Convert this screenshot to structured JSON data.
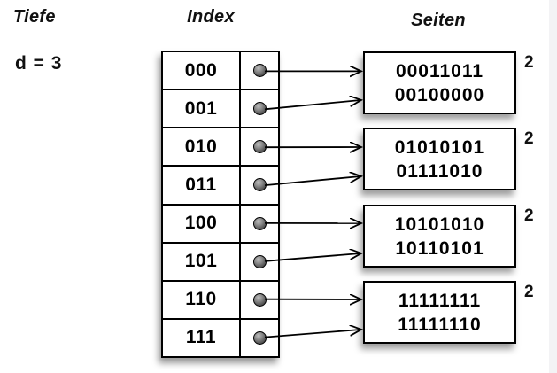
{
  "headers": {
    "depth_label": "Tiefe",
    "index_label": "Index",
    "pages_label": "Seiten"
  },
  "depth": {
    "value": "d = 3"
  },
  "index_table": {
    "rows": [
      {
        "bits": "000"
      },
      {
        "bits": "001"
      },
      {
        "bits": "010"
      },
      {
        "bits": "011"
      },
      {
        "bits": "100"
      },
      {
        "bits": "101"
      },
      {
        "bits": "110"
      },
      {
        "bits": "111"
      }
    ]
  },
  "pages": [
    {
      "line1": "00011011",
      "line2": "00100000",
      "local_depth": "2"
    },
    {
      "line1": "01010101",
      "line2": "01111010",
      "local_depth": "2"
    },
    {
      "line1": "10101010",
      "line2": "10110101",
      "local_depth": "2"
    },
    {
      "line1": "11111111",
      "line2": "11111110",
      "local_depth": "2"
    }
  ],
  "colors": {
    "stroke": "#000000",
    "background": "#ffffff",
    "pointer_dot": "#555555",
    "shadow": "rgba(0,0,0,0.4)"
  }
}
